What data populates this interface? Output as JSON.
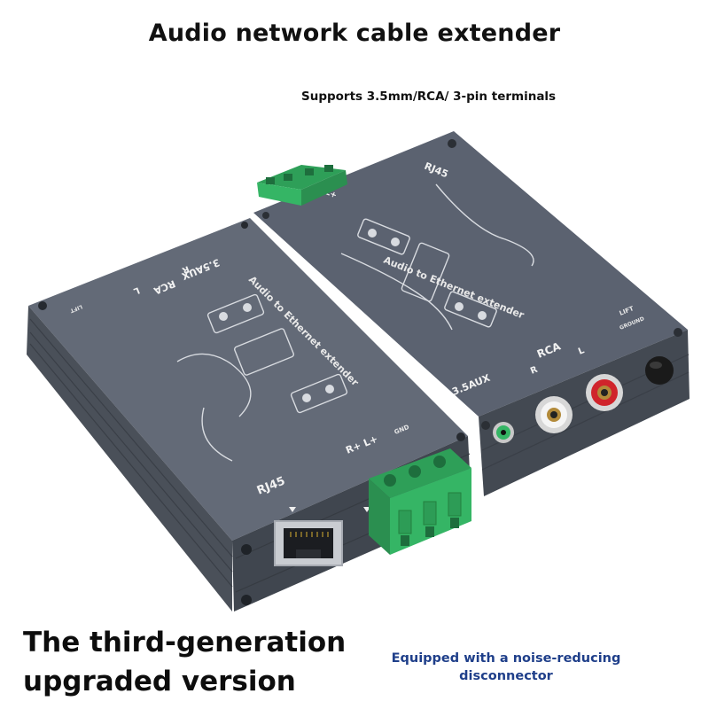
{
  "title": "Audio network cable extender",
  "subtitle": "Supports 3.5mm/RCA/ 3-pin terminals",
  "headline": {
    "line1": "The third-generation",
    "line2": "upgraded version"
  },
  "note": {
    "line1": "Equipped with a noise-reducing",
    "line2": "disconnector"
  },
  "device_labels": {
    "rj45": "RJ45",
    "rj45_back": "RJ45",
    "aux": "3.5AUX",
    "aux_back": "3.5AUX",
    "rca": "RCA",
    "rca_back": "RCA",
    "r": "R",
    "l": "L",
    "r_plus_l_plus": "R+ L+",
    "gnd": "GND",
    "lift_ground": "LIFT",
    "ground": "GROUND",
    "body_text": "Audio to Ethernet extender"
  },
  "colors": {
    "case": "#5d6470",
    "case_dark": "#3e444d",
    "terminal_green": "#35b565",
    "note_blue": "#1f3f8a",
    "rca_red": "#d0242b"
  }
}
